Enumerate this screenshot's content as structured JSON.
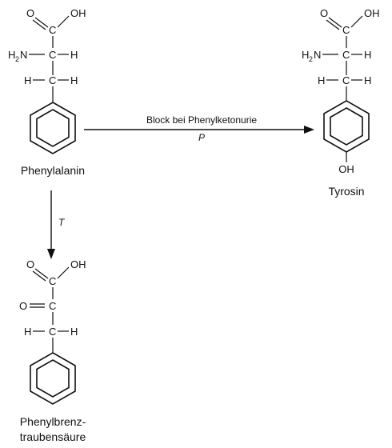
{
  "atoms": {
    "o": "O",
    "oh": "OH",
    "c": "C",
    "h": "H",
    "h2n": "H",
    "h2n_sub": "2",
    "n": "N",
    "double_o": "O"
  },
  "molecules": {
    "phenylalanine": {
      "name": "Phenylalanin"
    },
    "tyrosine": {
      "name": "Tyrosin",
      "ring_substituent": "OH"
    },
    "phenylpyruvic_acid": {
      "name_line1": "Phenylbrenz-",
      "name_line2": "traubensäure"
    }
  },
  "reactions": {
    "main": {
      "label": "Block bei Phenylketonurie",
      "enzyme": "P"
    },
    "side": {
      "enzyme": "T"
    }
  },
  "colors": {
    "ink": "#111111",
    "background": "#ffffff"
  }
}
